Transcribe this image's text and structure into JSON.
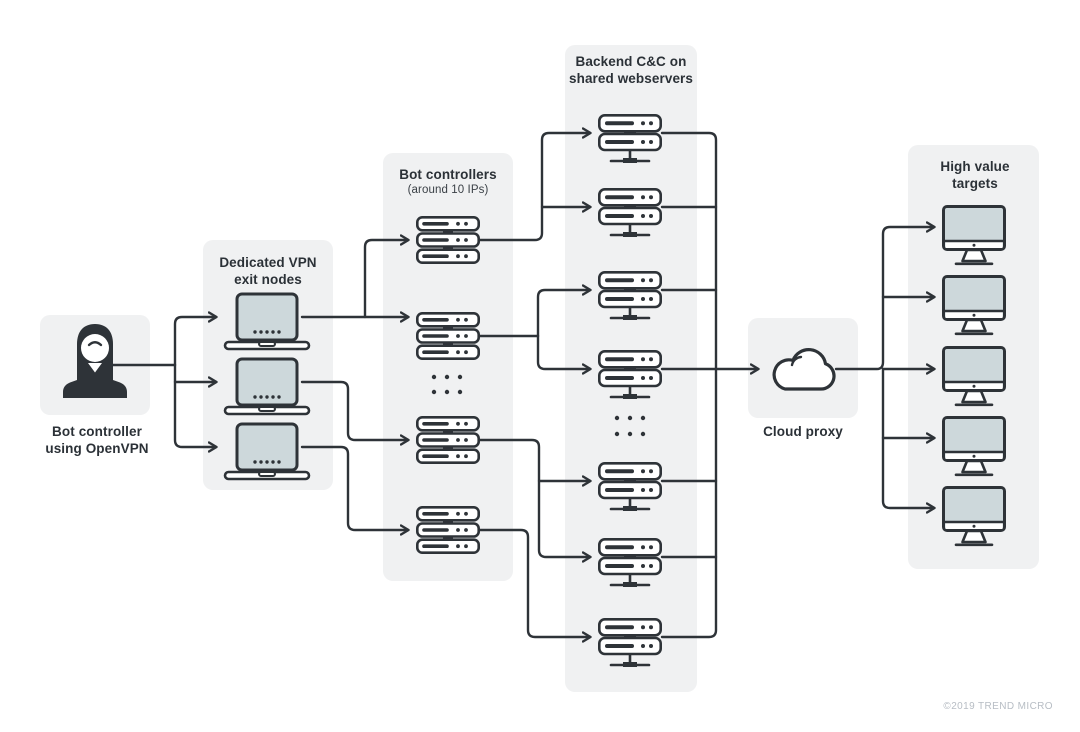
{
  "diagram": {
    "type": "network-flow-diagram",
    "panels": {
      "bot_controller": {
        "label": [
          "Bot controller",
          "using OpenVPN"
        ],
        "icon": "person-icon",
        "node_count": 1
      },
      "vpn_exit_nodes": {
        "label": [
          "Dedicated VPN",
          "exit nodes"
        ],
        "icon": "laptop-icon",
        "node_count": 3
      },
      "bot_controllers": {
        "label": [
          "Bot controllers"
        ],
        "sublabel": "(around 10 IPs)",
        "icon": "server-stack-icon",
        "node_count": 4,
        "has_ellipsis": true
      },
      "backend_cnc": {
        "label": [
          "Backend C&C on",
          "shared webservers"
        ],
        "icon": "webserver-icon",
        "node_count": 7,
        "has_ellipsis": true
      },
      "cloud_proxy": {
        "label": [
          "Cloud proxy"
        ],
        "icon": "cloud-icon",
        "node_count": 1
      },
      "high_value_targets": {
        "label": [
          "High value",
          "targets"
        ],
        "icon": "monitor-icon",
        "node_count": 5
      }
    },
    "edges": [
      "bot_controller -> vpn_exit_node_1..3",
      "vpn_exit_node_1 -> bot_controller_node_1..2",
      "vpn_exit_node_2 -> bot_controller_node_3",
      "vpn_exit_node_3 -> bot_controller_node_4",
      "bot_controller_node_1 -> cnc_server_1..2",
      "bot_controller_node_2 -> cnc_server_3..4",
      "bot_controller_node_3 -> cnc_server_5..6",
      "bot_controller_node_4 -> cnc_server_7",
      "cnc_server_1..7 -> cloud_proxy",
      "cloud_proxy -> high_value_target_1..5"
    ]
  },
  "footer": {
    "copyright": "©2019 TREND MICRO"
  },
  "colors": {
    "panel_bg": "#f0f1f2",
    "line_stroke": "#2e3338",
    "screen_fill": "#cdd8db",
    "node_fill": "#ffffff",
    "copyright_text": "#b7bdc4"
  }
}
